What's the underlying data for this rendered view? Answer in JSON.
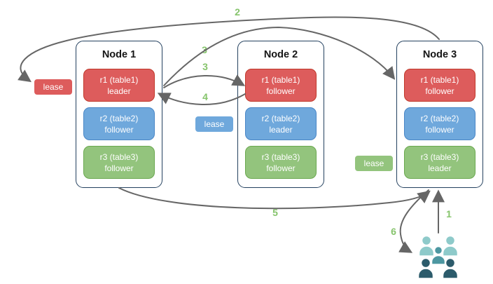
{
  "diagram": {
    "nodes": [
      {
        "title": "Node 1",
        "replicas": [
          {
            "name": "r1 (table1)",
            "role": "leader",
            "color_name": "red"
          },
          {
            "name": "r2 (table2)",
            "role": "follower",
            "color_name": "blue"
          },
          {
            "name": "r3 (table3)",
            "role": "follower",
            "color_name": "green"
          }
        ]
      },
      {
        "title": "Node 2",
        "replicas": [
          {
            "name": "r1 (table1)",
            "role": "follower",
            "color_name": "red"
          },
          {
            "name": "r2 (table2)",
            "role": "leader",
            "color_name": "blue"
          },
          {
            "name": "r3 (table3)",
            "role": "follower",
            "color_name": "green"
          }
        ]
      },
      {
        "title": "Node 3",
        "replicas": [
          {
            "name": "r1 (table1)",
            "role": "follower",
            "color_name": "red"
          },
          {
            "name": "r2 (table2)",
            "role": "follower",
            "color_name": "blue"
          },
          {
            "name": "r3 (table3)",
            "role": "leader",
            "color_name": "green"
          }
        ]
      }
    ],
    "leases": [
      {
        "label": "lease",
        "color_name": "red"
      },
      {
        "label": "lease",
        "color_name": "blue"
      },
      {
        "label": "lease",
        "color_name": "green"
      }
    ],
    "steps": {
      "s1": "1",
      "s2": "2",
      "s3a": "3",
      "s3b": "3",
      "s4": "4",
      "s5": "5",
      "s6": "6"
    },
    "icons": {
      "users": "users-icon"
    },
    "colors": {
      "red_fill": "#dd5c5c",
      "red_border": "#c0392b",
      "blue_fill": "#6fa8dc",
      "blue_border": "#4a86c6",
      "green_fill": "#93c47d",
      "green_border": "#6aa84f",
      "node_border": "#24415f",
      "arrow": "#666666",
      "step_label": "#86c46c",
      "users_light": "#8ecaca",
      "users_medium": "#4d97a1",
      "users_dark": "#2c5b6b"
    }
  }
}
